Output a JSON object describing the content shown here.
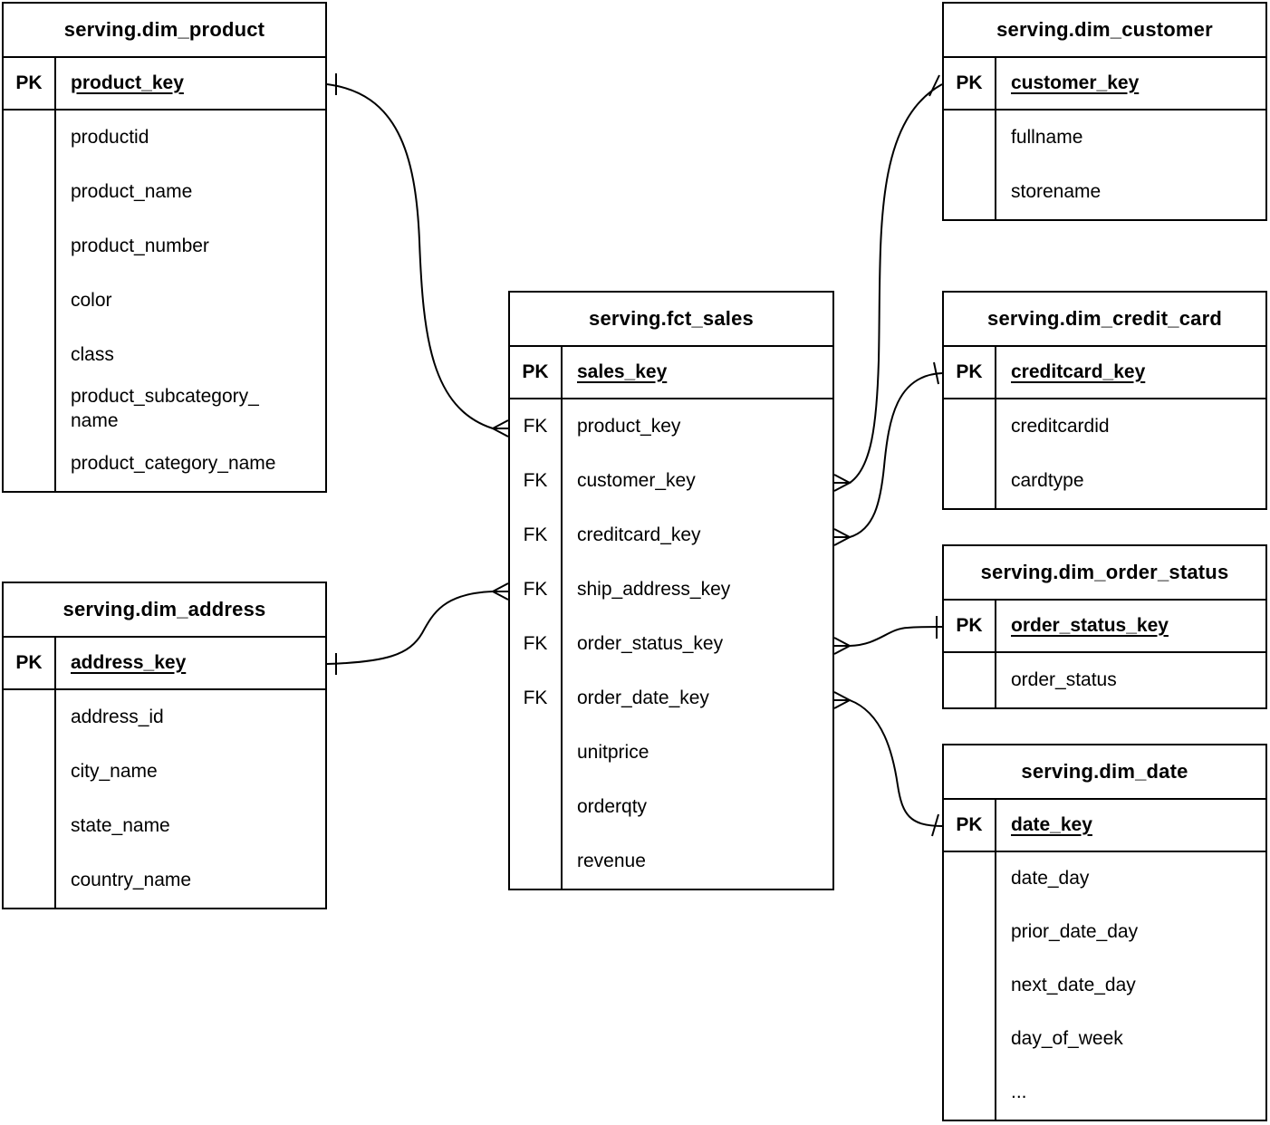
{
  "tables": {
    "dim_product": {
      "title": "serving.dim_product",
      "pk_badge": "PK",
      "pk_field": "product_key",
      "fields": [
        {
          "badge": "",
          "name": "productid"
        },
        {
          "badge": "",
          "name": "product_name"
        },
        {
          "badge": "",
          "name": "product_number"
        },
        {
          "badge": "",
          "name": "color"
        },
        {
          "badge": "",
          "name": "class"
        },
        {
          "badge": "",
          "name": "product_subcategory_\nname"
        },
        {
          "badge": "",
          "name": "product_category_name"
        }
      ]
    },
    "dim_address": {
      "title": "serving.dim_address",
      "pk_badge": "PK",
      "pk_field": "address_key",
      "fields": [
        {
          "badge": "",
          "name": "address_id"
        },
        {
          "badge": "",
          "name": "city_name"
        },
        {
          "badge": "",
          "name": "state_name"
        },
        {
          "badge": "",
          "name": "country_name"
        }
      ]
    },
    "fct_sales": {
      "title": "serving.fct_sales",
      "pk_badge": "PK",
      "pk_field": "sales_key",
      "fields": [
        {
          "badge": "FK",
          "name": "product_key"
        },
        {
          "badge": "FK",
          "name": "customer_key"
        },
        {
          "badge": "FK",
          "name": "creditcard_key"
        },
        {
          "badge": "FK",
          "name": "ship_address_key"
        },
        {
          "badge": "FK",
          "name": "order_status_key"
        },
        {
          "badge": "FK",
          "name": "order_date_key"
        },
        {
          "badge": "",
          "name": "unitprice"
        },
        {
          "badge": "",
          "name": "orderqty"
        },
        {
          "badge": "",
          "name": "revenue"
        }
      ]
    },
    "dim_customer": {
      "title": "serving.dim_customer",
      "pk_badge": "PK",
      "pk_field": "customer_key",
      "fields": [
        {
          "badge": "",
          "name": "fullname"
        },
        {
          "badge": "",
          "name": "storename"
        }
      ]
    },
    "dim_credit_card": {
      "title": "serving.dim_credit_card",
      "pk_badge": "PK",
      "pk_field": "creditcard_key",
      "fields": [
        {
          "badge": "",
          "name": "creditcardid"
        },
        {
          "badge": "",
          "name": "cardtype"
        }
      ]
    },
    "dim_order_status": {
      "title": "serving.dim_order_status",
      "pk_badge": "PK",
      "pk_field": "order_status_key",
      "fields": [
        {
          "badge": "",
          "name": "order_status"
        }
      ]
    },
    "dim_date": {
      "title": "serving.dim_date",
      "pk_badge": "PK",
      "pk_field": "date_key",
      "fields": [
        {
          "badge": "",
          "name": "date_day"
        },
        {
          "badge": "",
          "name": "prior_date_day"
        },
        {
          "badge": "",
          "name": "next_date_day"
        },
        {
          "badge": "",
          "name": "day_of_week"
        },
        {
          "badge": "",
          "name": "..."
        }
      ]
    }
  },
  "relationships": [
    {
      "many": "serving.fct_sales.product_key",
      "one": "serving.dim_product.product_key",
      "notation": "crow-foot-many-to-one"
    },
    {
      "many": "serving.fct_sales.customer_key",
      "one": "serving.dim_customer.customer_key",
      "notation": "crow-foot-many-to-one"
    },
    {
      "many": "serving.fct_sales.creditcard_key",
      "one": "serving.dim_credit_card.creditcard_key",
      "notation": "crow-foot-many-to-one"
    },
    {
      "many": "serving.fct_sales.ship_address_key",
      "one": "serving.dim_address.address_key",
      "notation": "crow-foot-many-to-one"
    },
    {
      "many": "serving.fct_sales.order_status_key",
      "one": "serving.dim_order_status.order_status_key",
      "notation": "crow-foot-many-to-one"
    },
    {
      "many": "serving.fct_sales.order_date_key",
      "one": "serving.dim_date.date_key",
      "notation": "crow-foot-many-to-one"
    }
  ],
  "colors": {
    "line": "#000000",
    "text": "#000000",
    "background": "#ffffff"
  }
}
